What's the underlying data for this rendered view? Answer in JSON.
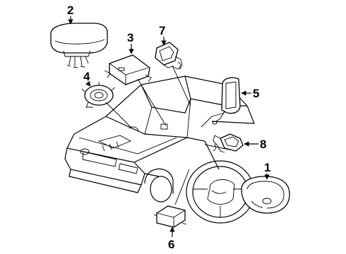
{
  "diagram": {
    "callouts": [
      {
        "id": "1",
        "label": "1"
      },
      {
        "id": "2",
        "label": "2"
      },
      {
        "id": "3",
        "label": "3"
      },
      {
        "id": "4",
        "label": "4"
      },
      {
        "id": "5",
        "label": "5"
      },
      {
        "id": "6",
        "label": "6"
      },
      {
        "id": "7",
        "label": "7"
      },
      {
        "id": "8",
        "label": "8"
      }
    ],
    "colors": {
      "ink": "#000000",
      "background": "#ffffff"
    }
  }
}
